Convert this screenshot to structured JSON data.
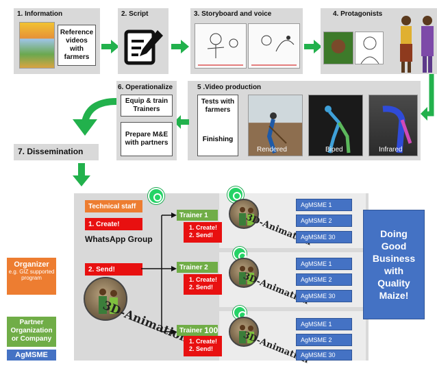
{
  "colors": {
    "green_arrow": "#22b14c",
    "gray_panel": "#d9d9d9",
    "red": "#e81010",
    "trainer_green": "#70ad47",
    "agmsme_blue": "#4472c4",
    "orange": "#ed7d31",
    "maize_blue": "#4472c4"
  },
  "steps": {
    "information": {
      "title": "1.  Information",
      "box": "Reference videos with farmers"
    },
    "script": {
      "title": "2. Script"
    },
    "storyboard": {
      "title": "3. Storyboard and voice"
    },
    "protagonists": {
      "title": "4. Protagonists"
    },
    "video": {
      "title": "5 .Video production",
      "tests": "Tests with farmers",
      "finishing": "Finishing",
      "labels": [
        "Rendered",
        "Biped",
        "Infrared"
      ]
    },
    "operationalize": {
      "title": "6. Operationalize",
      "equip": "Equip & train Trainers",
      "prepare": "Prepare M&E with partners"
    },
    "dissemination": {
      "title": "7. Dissemination"
    }
  },
  "dissemination": {
    "technical_staff": "Technical staff",
    "create": "1. Create!",
    "whatsapp_group": "WhatsApp Group",
    "send": "2. Send!",
    "animation_label": "3D-Animation",
    "trainers": [
      {
        "name": "Trainer 1",
        "create": "1.  Create!",
        "send": "2.  Send!",
        "agmsme": [
          "AgMSME 1",
          "AgMSME 2",
          "AgMSME 30"
        ]
      },
      {
        "name": "Trainer 2",
        "create": "1.  Create!",
        "send": "2.  Send!",
        "agmsme": [
          "AgMSME 1",
          "AgMSME 2",
          "AgMSME 30"
        ]
      },
      {
        "name_prefix": "Trainer",
        "name_num": "100",
        "create": "1.  Create!",
        "send": "2.  Send!",
        "agmsme": [
          "AgMSME 1",
          "AgMSME 2",
          "AgMSME 30"
        ]
      }
    ],
    "maize": "Doing Good Business with Quality Maize!"
  },
  "legend": {
    "organizer": "Organizer",
    "organizer_sub": "e.g. GIZ supported program",
    "partner": "Partner Organization or Company",
    "agmsme": "AgMSME"
  },
  "icons": [
    "whatsapp-icon",
    "script-pencil-icon",
    "arrow-right-icon",
    "arrow-down-icon"
  ]
}
